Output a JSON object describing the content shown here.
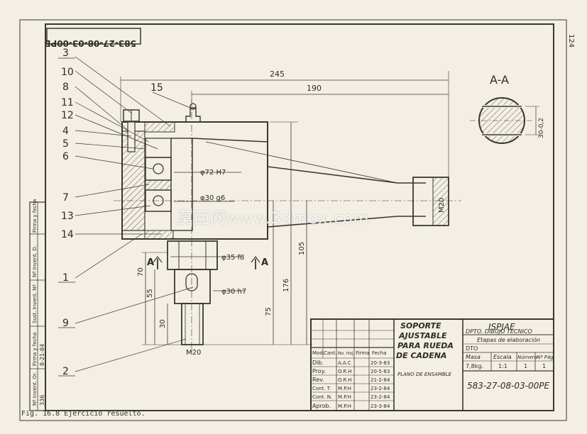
{
  "drawing": {
    "code_stamp": "583-27-08-03-00PE",
    "page_number": "124",
    "section_label": "A-A",
    "section_dim": "30-0,2",
    "section_marker_left": "A",
    "section_marker_right": "A"
  },
  "dimensions": {
    "overall_length": "245",
    "length_190": "190",
    "bore_72": "φ72 H7",
    "bore_30g6": "φ30 g6",
    "shaft_35": "φ35 f8",
    "shaft_30h7": "φ30 h7",
    "thread_m20_end": "M20",
    "thread_m20_bottom": "M20",
    "height_70": "70",
    "height_55": "55",
    "height_30": "30",
    "height_105": "105",
    "height_176": "176",
    "height_75": "75"
  },
  "balloons": [
    "3",
    "10",
    "8",
    "11",
    "12",
    "4",
    "5",
    "6",
    "7",
    "13",
    "14",
    "1",
    "9",
    "2",
    "15"
  ],
  "title_block": {
    "title_lines": [
      "SOPORTE",
      "AJUSTABLE",
      "PARA RUEDA",
      "DE CADENA"
    ],
    "plan_type": "PLANO DE ENSAMBLE",
    "institution": "ISPJAE",
    "department": "DPTO. DIBUJO TÉCNICO",
    "stage_label": "Etapas de elaboración",
    "stage_value": "DTO",
    "mass_header": "Masa",
    "scale_header": "Escala",
    "number_header": "Número",
    "pages_header": "Nº Pág",
    "mass_value": "7,8kg.",
    "scale_value": "1:1",
    "number_value": "1",
    "pages_value": "1",
    "drawing_number": "583-27-08-03-00PE",
    "table_headers": [
      "Mod.",
      "Cant.",
      "No. Hoj.",
      "Firma",
      "Fecha"
    ],
    "rows": [
      {
        "role": "Dib.",
        "name": "A.A.C",
        "date": "20-3-83"
      },
      {
        "role": "Proy.",
        "name": "O.R.H",
        "date": "20-5-83"
      },
      {
        "role": "Rev.",
        "name": "O.R.H",
        "date": "21-2-84"
      },
      {
        "role": "Cont. T.",
        "name": "M.P.H",
        "date": "23-2-84"
      },
      {
        "role": "Cont. N.",
        "name": "M.P.H",
        "date": "23-2-84"
      },
      {
        "role": "Aprob.",
        "name": "M.P.H",
        "date": "23-3-84"
      }
    ]
  },
  "side_strip": {
    "labels": [
      "Nº Invent. Or.",
      "Firma y fecha",
      "Sust. Invent. Nº",
      "Nº Invent. D.",
      "Firma y fecha"
    ],
    "values": [
      "336",
      "8-21-84"
    ]
  },
  "caption": "Fig. 16.8 Ejercicio resuelto.",
  "watermark": "莫西网www.3dmox.com"
}
